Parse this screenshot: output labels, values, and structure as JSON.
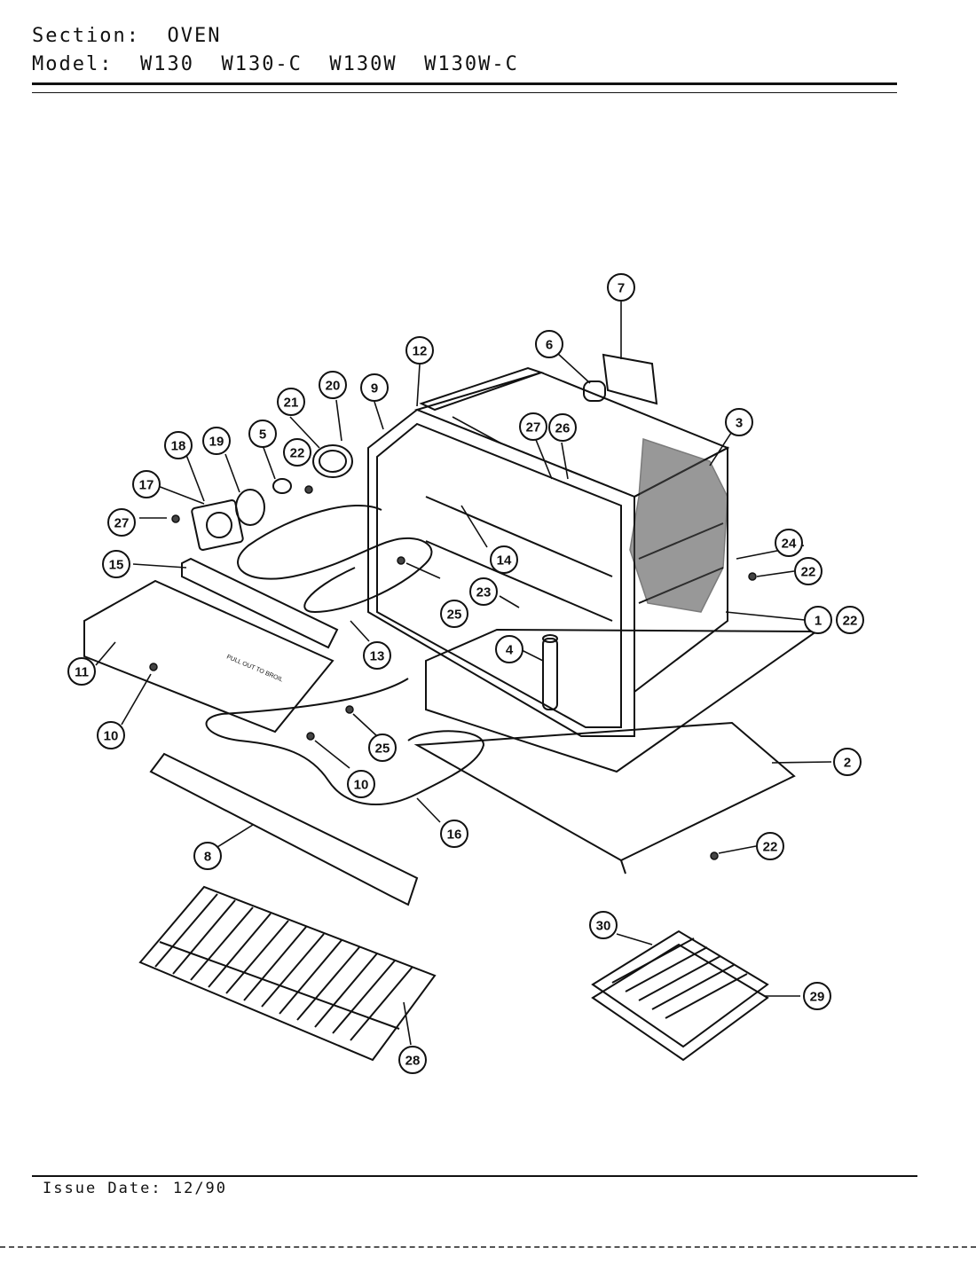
{
  "header": {
    "section_label": "Section:",
    "section_value": "OVEN",
    "model_label": "Model:",
    "models": "W130  W130-C  W130W  W130W-C"
  },
  "footer": {
    "issue_label": "Issue Date:",
    "issue_date": "12/90"
  },
  "panel_label": "PULL OUT TO BROIL",
  "callouts": [
    "1",
    "2",
    "3",
    "4",
    "5",
    "6",
    "7",
    "8",
    "9",
    "10",
    "10",
    "11",
    "12",
    "13",
    "14",
    "15",
    "16",
    "17",
    "18",
    "19",
    "20",
    "21",
    "22",
    "22",
    "22",
    "22",
    "23",
    "24",
    "25",
    "25",
    "26",
    "27",
    "27",
    "28",
    "29",
    "30"
  ]
}
